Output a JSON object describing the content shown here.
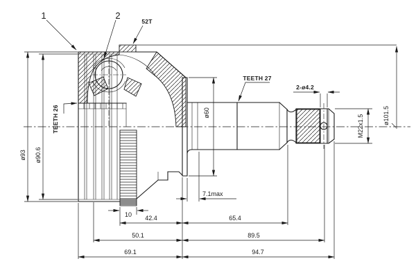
{
  "drawing_type": "CV joint cross-section technical drawing",
  "callouts": {
    "c1": "1",
    "c2": "2",
    "c52t": "52T"
  },
  "labels": {
    "teeth26": "TEETH 26",
    "teeth27": "TEETH 27"
  },
  "diameters": {
    "d93": "ø93",
    "d90_6": "ø90.6",
    "d60": "ø60",
    "d101_5": "ø101.5",
    "holes": "2-ø4.2",
    "thread": "M22x1.5"
  },
  "lengths": {
    "l7_1": "7.1max",
    "l10": "10",
    "l42_4": "42.4",
    "l65_4": "65.4",
    "l50_1": "50.1",
    "l89_5": "89.5",
    "l69_1": "69.1",
    "l94_7": "94.7"
  },
  "colors": {
    "line": "#1a1a1a",
    "background": "#ffffff"
  }
}
